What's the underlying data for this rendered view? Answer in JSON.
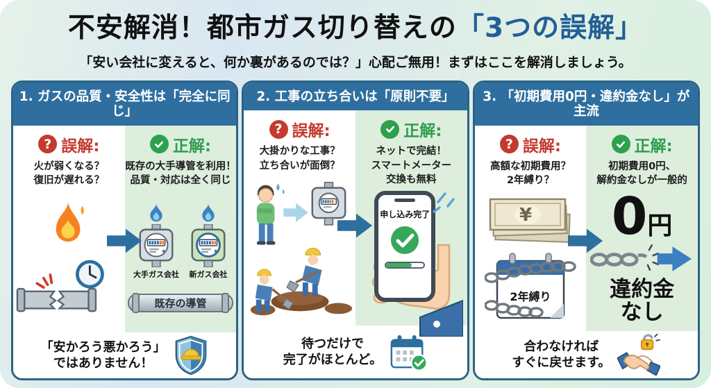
{
  "header": {
    "title_black": "不安解消！都市ガス切り替えの",
    "title_blue": "「3つの誤解」",
    "subtitle": "「安い会社に変えると、何か裏があるのでは？」心配ご無用！まずはここを解消しましょう。"
  },
  "icons": {
    "question_mark": "?",
    "yen_symbol": "¥"
  },
  "colors": {
    "accent_blue": "#235e96",
    "panel_border": "#2b6386",
    "panel_header_bg": "#2f6f9f",
    "misconception_red": "#c43a2e",
    "correct_green": "#2e9e4f",
    "correct_bg": "#ddeedd",
    "arrow_blue": "#2d6f9f"
  },
  "panels": [
    {
      "header": "1. ガスの品質・安全性は「完全に同じ」",
      "misconception": {
        "label": "誤解:",
        "text": "火が弱くなる？\n復旧が遅れる？"
      },
      "correct": {
        "label": "正解:",
        "text": "既存の大手導管を利用！\n品質・対応は全く同じ"
      },
      "illustration": {
        "meter_left_label": "大手ガス会社",
        "meter_right_label": "新ガス会社",
        "pipe_label": "既存の導管"
      },
      "bottom": "「安かろう悪かろう」\nではありません！"
    },
    {
      "header": "2. 工事の立ち合いは「原則不要」",
      "misconception": {
        "label": "誤解:",
        "text": "大掛かりな工事？\n立ち合いが面倒？"
      },
      "correct": {
        "label": "正解:",
        "text": "ネットで完結！\nスマートメーター\n交換も無料"
      },
      "illustration": {
        "phone_status": "申し込み完了"
      },
      "bottom": "待つだけで\n完了がほとんど。"
    },
    {
      "header": "3. 「初期費用0円・違約金なし」が主流",
      "misconception": {
        "label": "誤解:",
        "text": "高額な初期費用？\n2年縛り？"
      },
      "correct": {
        "label": "正解:",
        "text": "初期費用0円、\n解約金なしが一般的"
      },
      "illustration": {
        "calendar_label": "2年縛り",
        "zero_big": "0",
        "zero_unit": "円",
        "no_penalty": "違約金\nなし"
      },
      "bottom": "合わなければ\nすぐに戻せます。"
    }
  ]
}
